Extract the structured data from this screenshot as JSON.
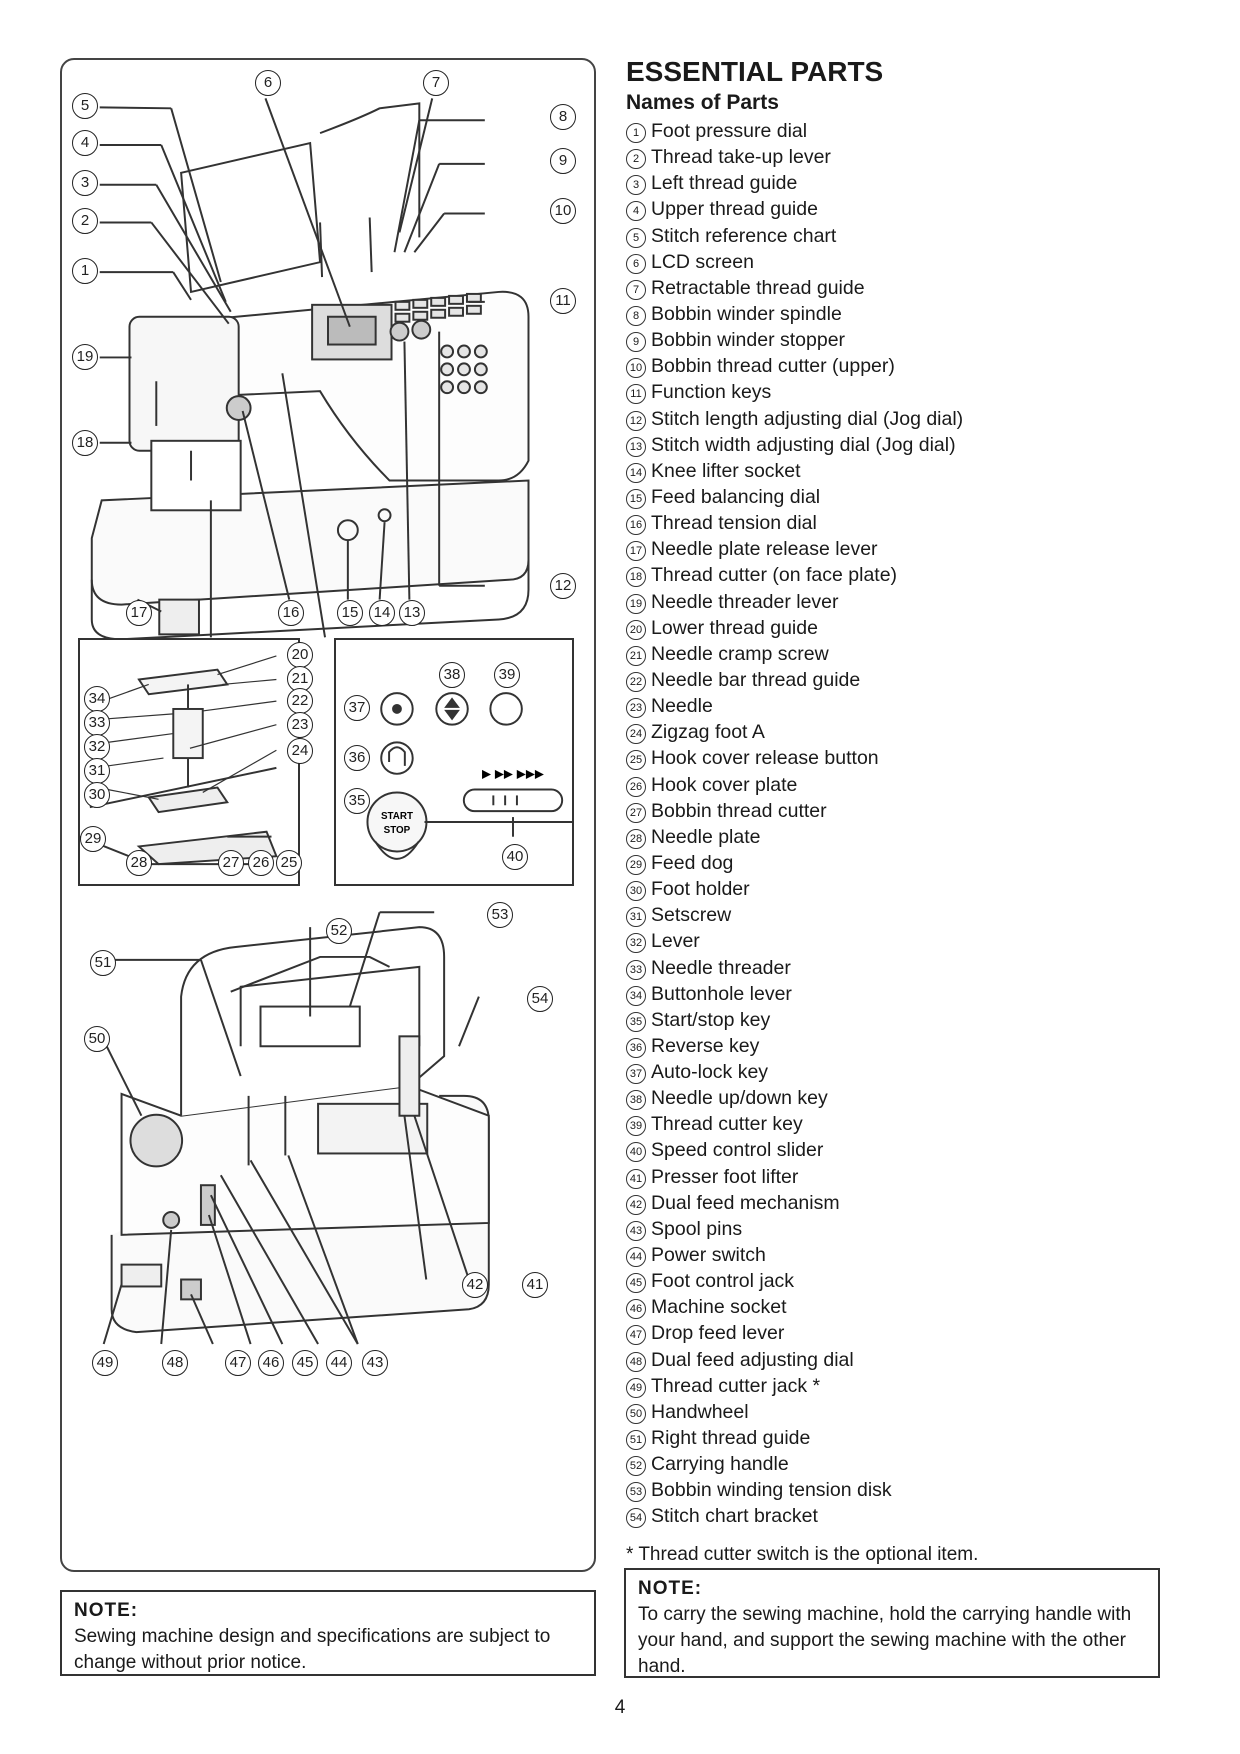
{
  "title": "ESSENTIAL PARTS",
  "subtitle": "Names of Parts",
  "parts": [
    {
      "num": "1",
      "label": "Foot pressure dial"
    },
    {
      "num": "2",
      "label": "Thread take-up lever"
    },
    {
      "num": "3",
      "label": "Left thread guide"
    },
    {
      "num": "4",
      "label": "Upper thread guide"
    },
    {
      "num": "5",
      "label": "Stitch reference chart"
    },
    {
      "num": "6",
      "label": "LCD screen"
    },
    {
      "num": "7",
      "label": "Retractable thread guide"
    },
    {
      "num": "8",
      "label": "Bobbin winder spindle"
    },
    {
      "num": "9",
      "label": "Bobbin winder stopper"
    },
    {
      "num": "10",
      "label": "Bobbin thread cutter (upper)"
    },
    {
      "num": "11",
      "label": "Function keys"
    },
    {
      "num": "12",
      "label": "Stitch length adjusting dial (Jog dial)"
    },
    {
      "num": "13",
      "label": "Stitch width adjusting dial (Jog dial)"
    },
    {
      "num": "14",
      "label": "Knee lifter socket"
    },
    {
      "num": "15",
      "label": "Feed balancing dial"
    },
    {
      "num": "16",
      "label": "Thread tension dial"
    },
    {
      "num": "17",
      "label": "Needle plate release lever"
    },
    {
      "num": "18",
      "label": "Thread cutter (on face plate)"
    },
    {
      "num": "19",
      "label": "Needle threader lever"
    },
    {
      "num": "20",
      "label": "Lower thread guide"
    },
    {
      "num": "21",
      "label": "Needle cramp screw"
    },
    {
      "num": "22",
      "label": "Needle bar thread guide"
    },
    {
      "num": "23",
      "label": "Needle"
    },
    {
      "num": "24",
      "label": "Zigzag foot A"
    },
    {
      "num": "25",
      "label": "Hook cover release button"
    },
    {
      "num": "26",
      "label": "Hook cover plate"
    },
    {
      "num": "27",
      "label": "Bobbin thread cutter"
    },
    {
      "num": "28",
      "label": "Needle plate"
    },
    {
      "num": "29",
      "label": "Feed dog"
    },
    {
      "num": "30",
      "label": "Foot holder"
    },
    {
      "num": "31",
      "label": "Setscrew"
    },
    {
      "num": "32",
      "label": "Lever"
    },
    {
      "num": "33",
      "label": "Needle threader"
    },
    {
      "num": "34",
      "label": "Buttonhole lever"
    },
    {
      "num": "35",
      "label": "Start/stop key"
    },
    {
      "num": "36",
      "label": "Reverse key"
    },
    {
      "num": "37",
      "label": "Auto-lock key"
    },
    {
      "num": "38",
      "label": "Needle up/down key"
    },
    {
      "num": "39",
      "label": "Thread cutter key"
    },
    {
      "num": "40",
      "label": "Speed control slider"
    },
    {
      "num": "41",
      "label": "Presser foot lifter"
    },
    {
      "num": "42",
      "label": "Dual feed mechanism"
    },
    {
      "num": "43",
      "label": "Spool pins"
    },
    {
      "num": "44",
      "label": "Power switch"
    },
    {
      "num": "45",
      "label": "Foot control jack"
    },
    {
      "num": "46",
      "label": "Machine socket"
    },
    {
      "num": "47",
      "label": "Drop feed lever"
    },
    {
      "num": "48",
      "label": "Dual feed adjusting dial"
    },
    {
      "num": "49",
      "label": "Thread cutter jack *"
    },
    {
      "num": "50",
      "label": "Handwheel"
    },
    {
      "num": "51",
      "label": "Right thread guide"
    },
    {
      "num": "52",
      "label": "Carrying handle"
    },
    {
      "num": "53",
      "label": "Bobbin winding tension disk"
    },
    {
      "num": "54",
      "label": "Stitch chart bracket"
    }
  ],
  "footnote": "* Thread cutter switch is the optional item.",
  "note_left": {
    "heading": "NOTE:",
    "text": "Sewing machine design and specifications are subject to change without prior notice."
  },
  "note_right": {
    "heading": "NOTE:",
    "text": "To carry the sewing machine, hold the carrying handle with your hand, and support the sewing machine with the other hand."
  },
  "panel_labels": {
    "start": "START",
    "stop": "STOP",
    "speed_marks": "▶ ▶▶ ▶▶▶"
  },
  "callouts": {
    "top": [
      "5",
      "4",
      "3",
      "2",
      "1",
      "19",
      "18",
      "6",
      "7",
      "8",
      "9",
      "10",
      "11",
      "12",
      "17",
      "16",
      "15",
      "14",
      "13"
    ],
    "inset_left": [
      "20",
      "21",
      "22",
      "23",
      "24",
      "34",
      "33",
      "32",
      "31",
      "30",
      "29",
      "28",
      "27",
      "26",
      "25"
    ],
    "inset_right": [
      "37",
      "38",
      "39",
      "36",
      "35",
      "40"
    ],
    "bottom": [
      "52",
      "53",
      "51",
      "54",
      "50",
      "42",
      "41",
      "49",
      "48",
      "47",
      "46",
      "45",
      "44",
      "43"
    ]
  },
  "page_number": "4"
}
